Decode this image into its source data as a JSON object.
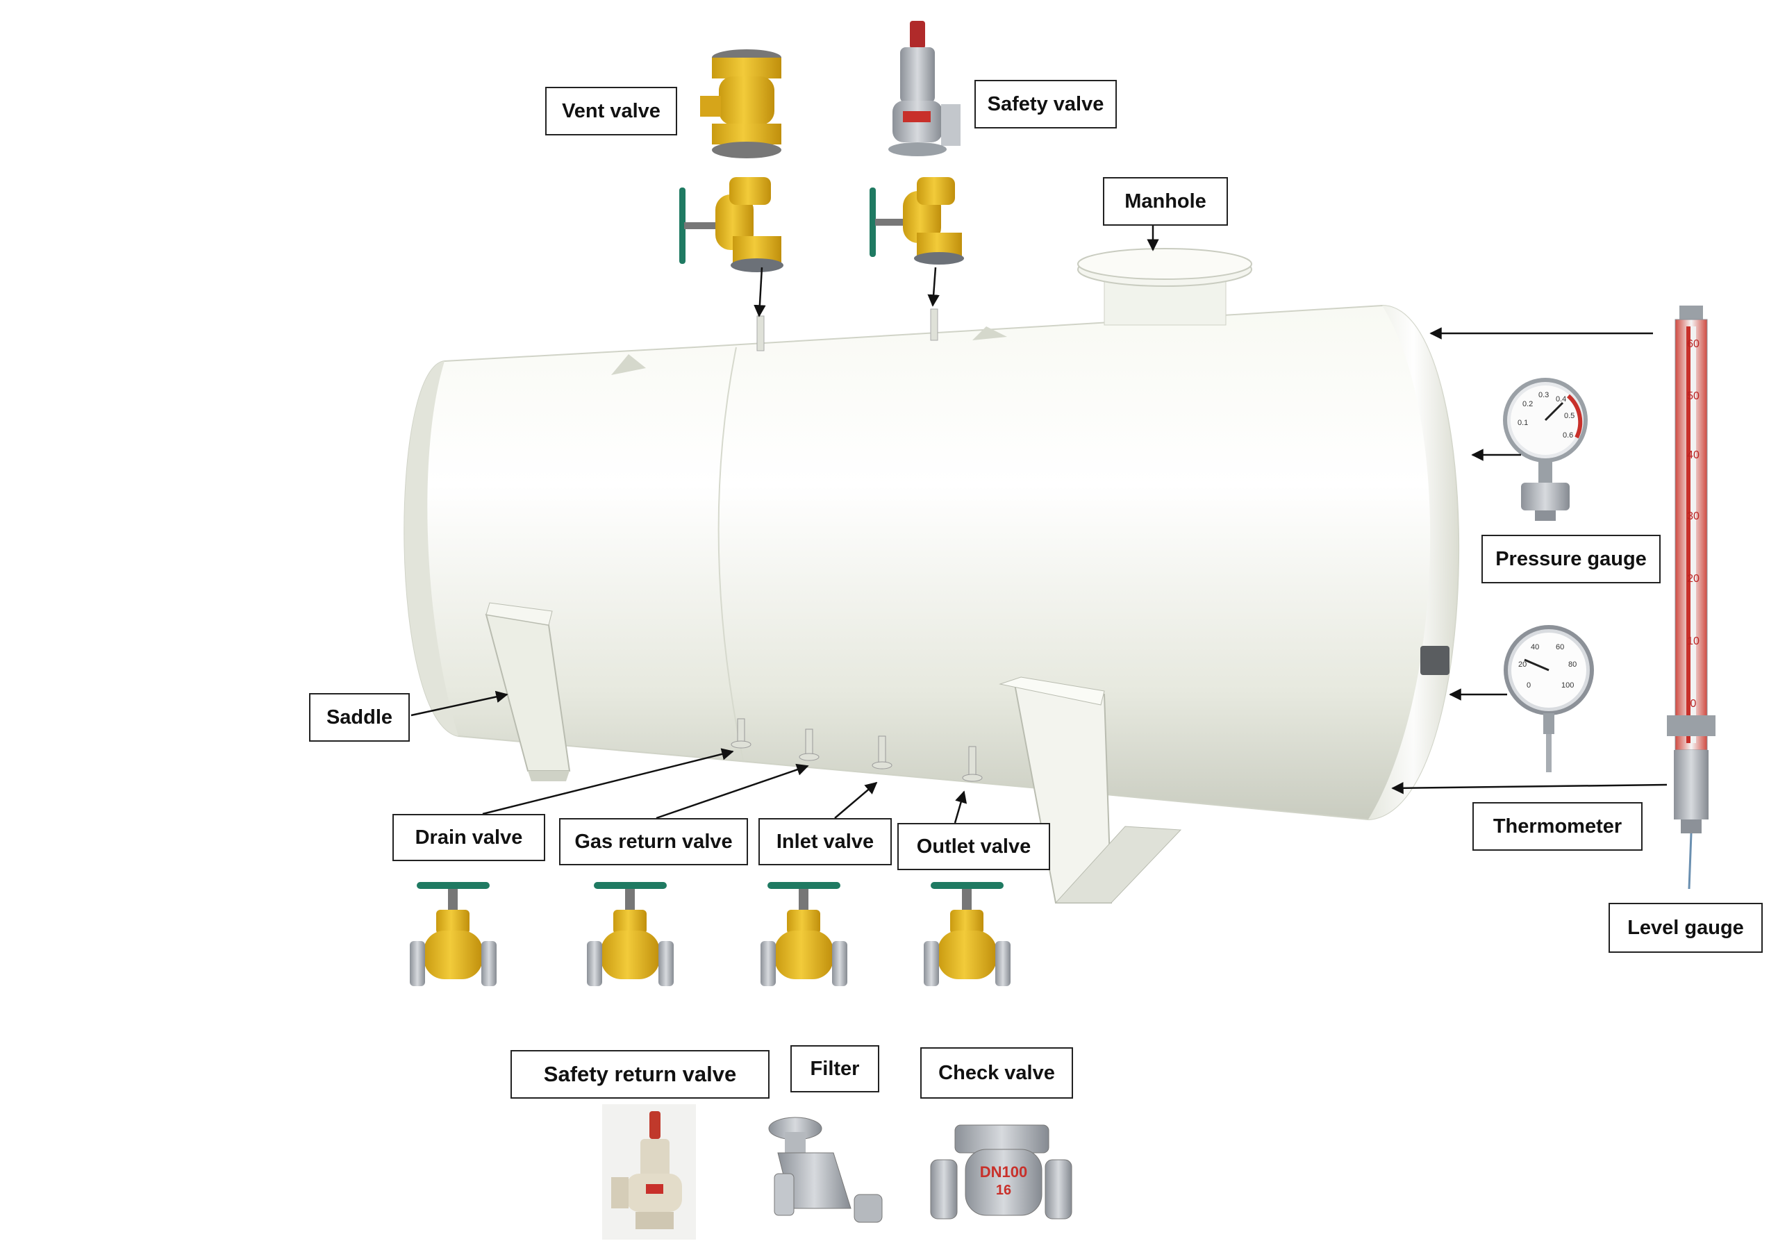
{
  "labels": {
    "vent_valve": "Vent valve",
    "safety_valve": "Safety valve",
    "manhole": "Manhole",
    "pressure_gauge": "Pressure gauge",
    "thermometer": "Thermometer",
    "level_gauge": "Level gauge",
    "saddle": "Saddle",
    "drain_valve": "Drain valve",
    "gas_return_valve": "Gas return valve",
    "inlet_valve": "Inlet valve",
    "outlet_valve": "Outlet valve",
    "safety_return_valve": "Safety return valve",
    "filter": "Filter",
    "check_valve": "Check valve"
  },
  "level_gauge_scale": [
    "60",
    "50",
    "40",
    "30",
    "20",
    "10",
    "0"
  ],
  "pressure_gauge_dial": [
    "0.1",
    "0.2",
    "0.3",
    "0.4",
    "0.5",
    "0.6"
  ],
  "thermometer_dial": [
    "0",
    "20",
    "40",
    "60",
    "80",
    "100"
  ],
  "check_valve_marking": [
    "DN100",
    "16"
  ],
  "colors": {
    "tank": "#eef0e8",
    "valve_yellow": "#e6b820",
    "handwheel_green": "#1f7a62",
    "steel": "#b8bcc2",
    "gauge_red": "#c8302a"
  }
}
